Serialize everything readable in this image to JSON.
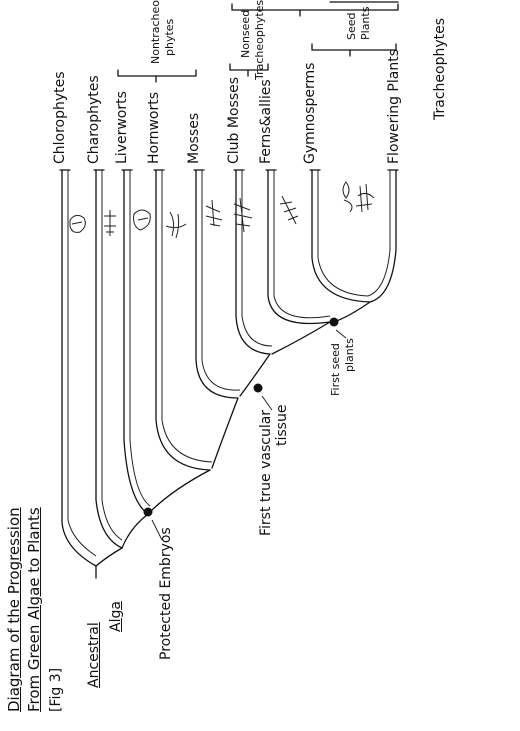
{
  "title": {
    "line1": "Diagram of the Progression",
    "line2": "From Green Algae to Plants",
    "fig": "[Fig 3]"
  },
  "root_label": {
    "line1": "Ancestral",
    "line2": "Alga"
  },
  "taxa": [
    {
      "id": "chlorophytes",
      "label": "Chlorophytes"
    },
    {
      "id": "charophytes",
      "label": "Charophytes"
    },
    {
      "id": "liverworts",
      "label": "Liverworts"
    },
    {
      "id": "hornworts",
      "label": "Hornworts"
    },
    {
      "id": "mosses",
      "label": "Mosses"
    },
    {
      "id": "club_mosses",
      "label": "Club Mosses"
    },
    {
      "id": "ferns_allies",
      "label": "Ferns&allies"
    },
    {
      "id": "gymnosperms",
      "label": "Gymnosperms"
    },
    {
      "id": "flowering_plants",
      "label": "Flowering Plants"
    }
  ],
  "groups": {
    "nontracheophytes": {
      "line1": "Nontracheo-",
      "line2": "phytes"
    },
    "nonseed_tracheophytes": {
      "line1": "Nonseed",
      "line2": "Tracheophytes"
    },
    "seed_plants": {
      "line1": "Seed",
      "line2": "Plants"
    },
    "tracheophytes": "Tracheophytes"
  },
  "events": {
    "protected_embryos": "Protected Embryos",
    "vascular": {
      "line1": "First true vascular",
      "line2": "tissue"
    },
    "seed": {
      "line1": "First seed",
      "line2": "plants"
    }
  }
}
